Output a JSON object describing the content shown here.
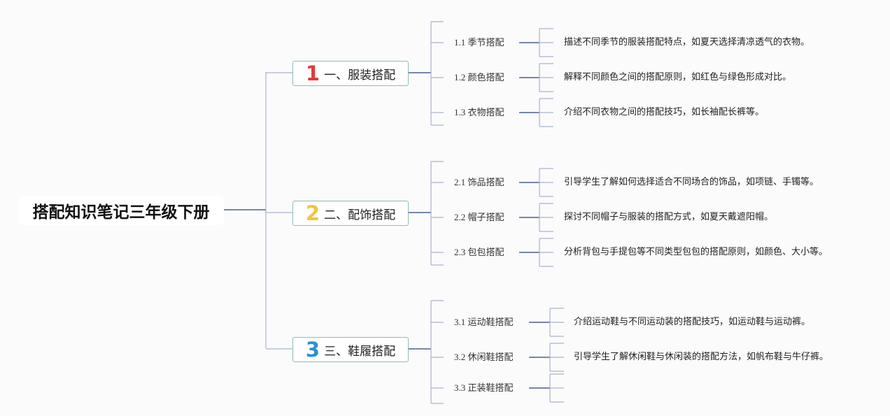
{
  "root": {
    "title": "搭配知识笔记三年级下册"
  },
  "branches": [
    {
      "number": "1",
      "label": "一、服装搭配",
      "number_color": "#e23a3a",
      "items": [
        {
          "label": "1.1 季节搭配",
          "desc": "描述不同季节的服装搭配特点，如夏天选择清凉透气的衣物。"
        },
        {
          "label": "1.2 颜色搭配",
          "desc": "解释不同颜色之间的搭配原则，如红色与绿色形成对比。"
        },
        {
          "label": "1.3 衣物搭配",
          "desc": "介绍不同衣物之间的搭配技巧，如长袖配长裤等。"
        }
      ]
    },
    {
      "number": "2",
      "label": "二、配饰搭配",
      "number_color": "#f2c53d",
      "items": [
        {
          "label": "2.1 饰品搭配",
          "desc": "引导学生了解如何选择适合不同场合的饰品，如项链、手镯等。"
        },
        {
          "label": "2.2 帽子搭配",
          "desc": "探讨不同帽子与服装的搭配方式，如夏天戴遮阳帽。"
        },
        {
          "label": "2.3 包包搭配",
          "desc": "分析背包与手提包等不同类型包包的搭配原则，如颜色、大小等。"
        }
      ]
    },
    {
      "number": "3",
      "label": "三、鞋履搭配",
      "number_color": "#2b8fd6",
      "items": [
        {
          "label": "3.1 运动鞋搭配",
          "desc": "介绍运动鞋与不同运动装的搭配技巧，如运动鞋与运动裤。"
        },
        {
          "label": "3.2 休闲鞋搭配",
          "desc": "引导学生了解休闲鞋与休闲装的搭配方法，如帆布鞋与牛仔裤。"
        },
        {
          "label": "3.3 正装鞋搭配",
          "desc": ""
        }
      ]
    }
  ],
  "colors": {
    "line": "#4a5f8f",
    "box_border": "#8fbcb2",
    "background": "#fbfbfc"
  }
}
